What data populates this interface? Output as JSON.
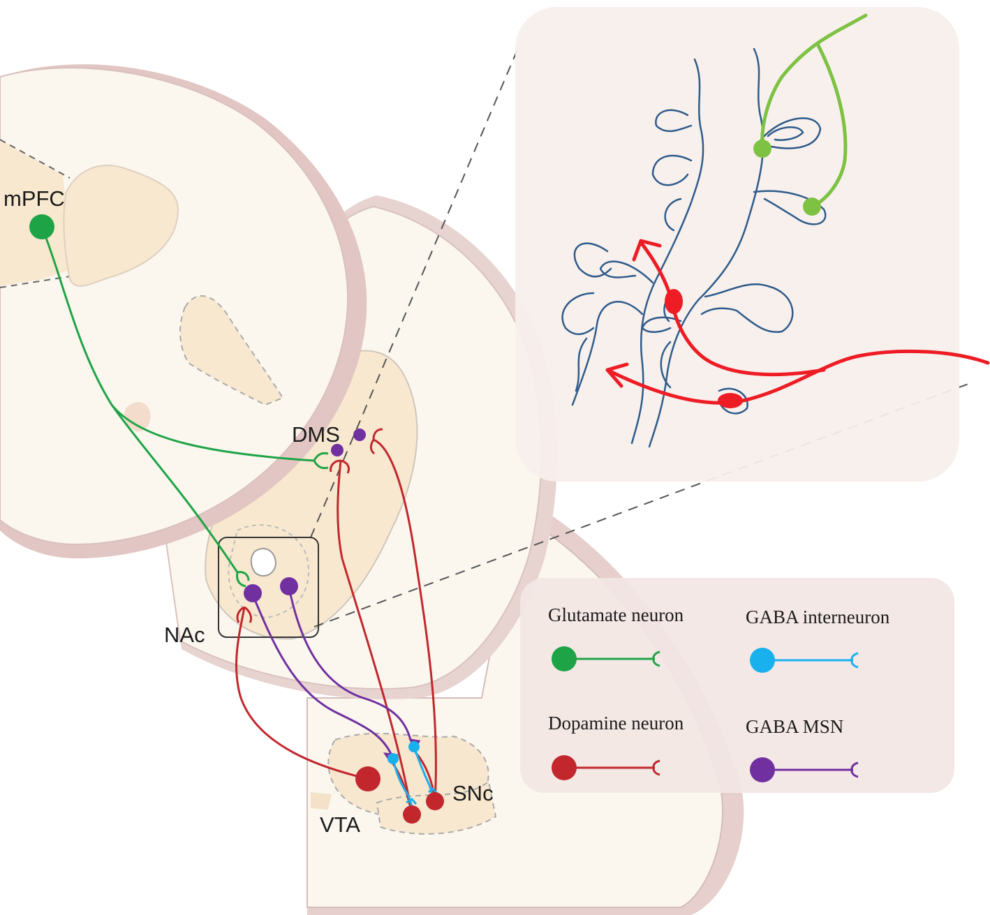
{
  "regions": {
    "mpfc": "mPFC",
    "dms": "DMS",
    "nac": "NAc",
    "vta": "VTA",
    "snc": "SNc"
  },
  "legend": {
    "items": [
      {
        "label": "Glutamate neuron",
        "color": "#1ea446"
      },
      {
        "label": "GABA interneuron",
        "color": "#19b0ee"
      },
      {
        "label": "Dopamine neuron",
        "color": "#c1272d"
      },
      {
        "label": "GABA MSN",
        "color": "#7030a0"
      }
    ]
  },
  "colors": {
    "tissue": "#fbf7ef",
    "tissue_edge": "#dcc3c0",
    "nucleus": "#f8e8cf",
    "inset_bg": "#f7efec",
    "dendrite": "#2e5b8a",
    "inset_glutamate": "#7dc242",
    "inset_dopamine": "#ee1c24"
  }
}
